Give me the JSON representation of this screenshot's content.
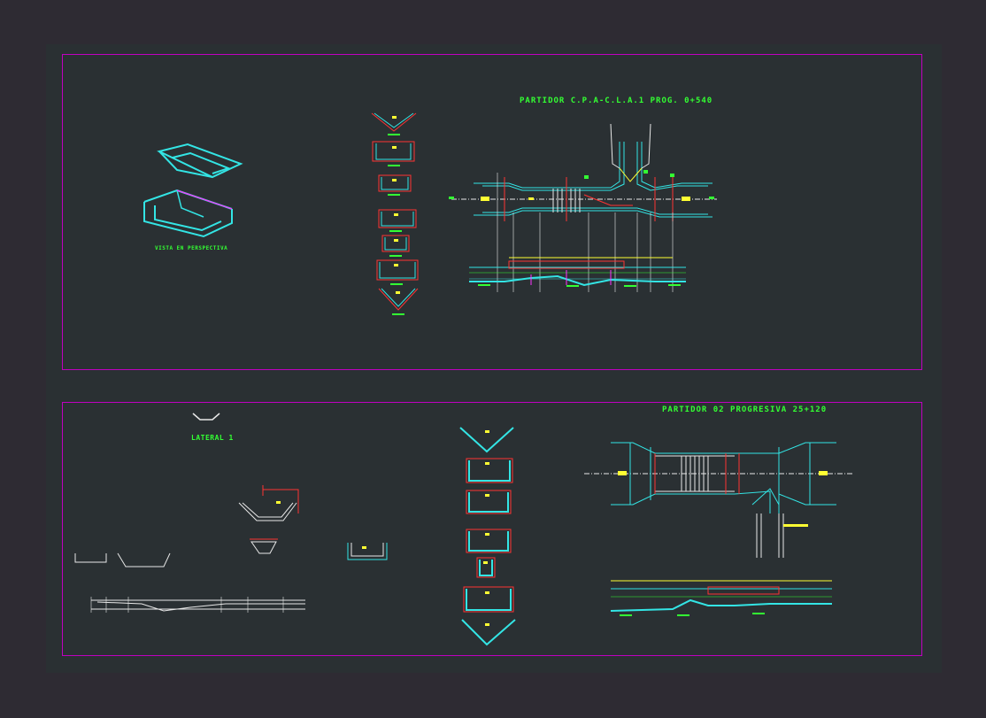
{
  "colors": {
    "background": "#2e2b33",
    "canvas": "#2a3033",
    "frame": "#c000c0",
    "cyan": "#33e5e5",
    "red": "#ff3333",
    "yellow": "#ffff33",
    "green": "#33ff33",
    "white": "#e8e8e8",
    "magenta": "#ff33ff"
  },
  "sheet_top": {
    "title": "PARTIDOR C.P.A-C.L.A.1 PROG. 0+540",
    "perspective_label": "VISTA EN PERSPECTIVA"
  },
  "sheet_bottom": {
    "title": "PARTIDOR 02 PROGRESIVA 25+120",
    "lateral_label": "LATERAL 1"
  }
}
